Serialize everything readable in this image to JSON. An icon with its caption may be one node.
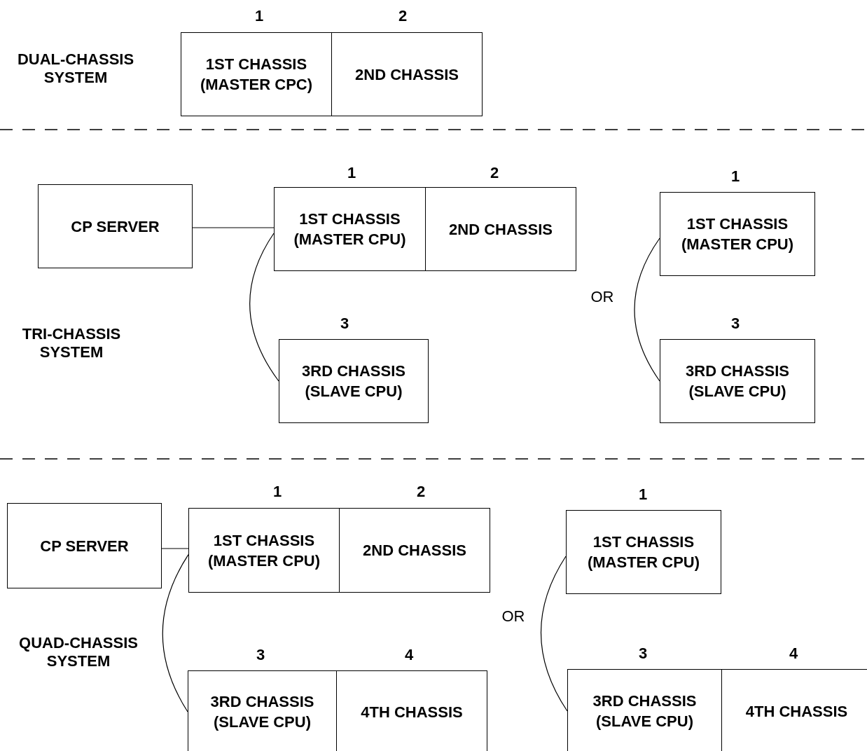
{
  "diagram": {
    "nodes": [
      {
        "text": [
          "1ST CHASSIS (MASTER CPC)"
        ],
        "beside": [
          "1"
        ]
      },
      {
        "text": [
          "2ND CHASSIS"
        ],
        "beside": [
          "2"
        ]
      },
      {
        "text": [
          "CP SERVER"
        ]
      },
      {
        "text": [
          "1ST CHASSIS (MASTER CPU)"
        ],
        "beside": [
          "1"
        ]
      },
      {
        "text": [
          "2ND CHASSIS"
        ],
        "beside": [
          "2"
        ]
      },
      {
        "text": [
          "1ST CHASSIS (MASTER CPU)"
        ],
        "beside": [
          "1"
        ]
      },
      {
        "text": [
          "3RD CHASSIS (SLAVE CPU)"
        ],
        "beside": [
          "3"
        ]
      },
      {
        "text": [
          "3RD CHASSIS (SLAVE CPU)"
        ],
        "beside": [
          "3"
        ]
      },
      {
        "text": [
          "CP SERVER"
        ]
      },
      {
        "text": [
          "1ST CHASSIS (MASTER CPU)"
        ],
        "beside": [
          "1"
        ]
      },
      {
        "text": [
          "2ND CHASSIS"
        ],
        "beside": [
          "2"
        ]
      },
      {
        "text": [
          "1ST CHASSIS (MASTER CPU)"
        ],
        "beside": [
          "1"
        ]
      },
      {
        "text": [
          "3RD CHASSIS (SLAVE CPU)"
        ],
        "beside": [
          "3"
        ]
      },
      {
        "text": [
          "4TH CHASSIS"
        ],
        "beside": [
          "4"
        ]
      },
      {
        "text": [
          "3RD CHASSIS (SLAVE CPU)"
        ],
        "beside": [
          "3"
        ]
      },
      {
        "text": [
          "4TH CHASSIS"
        ],
        "beside": [
          "4"
        ]
      }
    ],
    "edges": [
      {
        "from": 2,
        "to": 3,
        "arrow": "none"
      },
      {
        "from": 3,
        "to": 6,
        "arrow": "none"
      },
      {
        "from": 5,
        "to": 7,
        "arrow": "none"
      },
      {
        "from": 8,
        "to": 9,
        "arrow": "none"
      },
      {
        "from": 9,
        "to": 12,
        "arrow": "none"
      },
      {
        "from": 11,
        "to": 14,
        "arrow": "none"
      }
    ],
    "labels": [
      "DUAL-CHASSIS SYSTEM",
      "TRI-CHASSIS SYSTEM",
      "OR",
      "QUAD-CHASSIS SYSTEM",
      "OR"
    ]
  }
}
